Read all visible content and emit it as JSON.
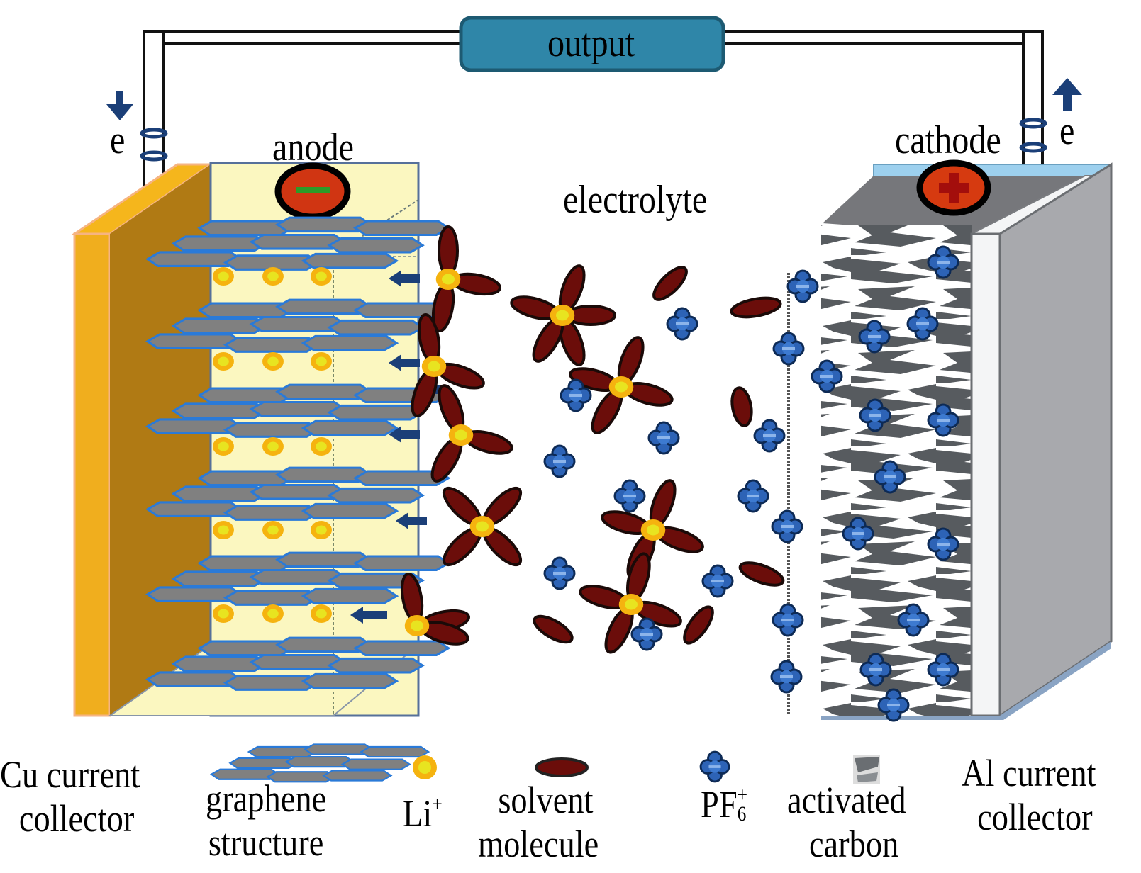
{
  "diagram": {
    "title": "Lithium-ion capacitor working principle",
    "output_label": "output",
    "electron_label_left": "e",
    "electron_label_right": "e",
    "anode_label": "anode",
    "cathode_label": "cathode",
    "electrolyte_label": "electrolyte",
    "anode_sign": "−",
    "cathode_sign": "+",
    "colors": {
      "output_box": "#2f86a8",
      "cu_collector": "#f0ae1e",
      "cu_side": "#b07a14",
      "anode_body": "#fbf7c0",
      "graphene": "#808080",
      "graphene_edge": "#2a7ad8",
      "li_ion": "#f5b30f",
      "solvent": "#6b0d0a",
      "pf6_ion": "#2d63b6",
      "activated_carbon": "#555a5e",
      "al_collector": "#a8a9ad",
      "arrow": "#1b3f78",
      "terminal_red": "#d63a10"
    }
  },
  "legend": {
    "cu_collector": {
      "line1": "Cu current",
      "line2": "collector"
    },
    "graphene": {
      "line1": "graphene",
      "line2": "structure"
    },
    "li": {
      "base": "Li",
      "sup": "+"
    },
    "solvent": {
      "line1": "solvent",
      "line2": "molecule"
    },
    "pf6": {
      "base": "PF",
      "sup": "+",
      "sub": "6"
    },
    "activated_carbon": {
      "line1": "activated",
      "line2": "carbon"
    },
    "al_collector": {
      "line1": "Al current",
      "line2": "collector"
    }
  }
}
